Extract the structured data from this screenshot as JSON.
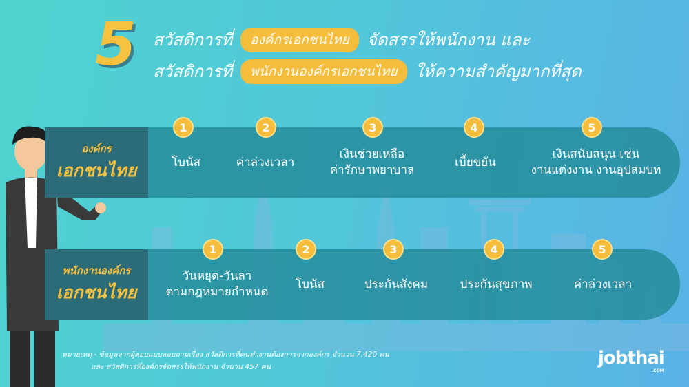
{
  "header": {
    "number": "5",
    "line1_prefix": "สวัสดิการที่",
    "line1_pill": "องค์กรเอกชนไทย",
    "line1_suffix": "จัดสรรให้พนักงาน และ",
    "line2_prefix": "สวัสดิการที่",
    "line2_pill": "พนักงานองค์กรเอกชนไทย",
    "line2_suffix": "ให้ความสำคัญมากที่สุด"
  },
  "rows": [
    {
      "label1": "องค์กร",
      "label2": "เอกชนไทย",
      "items": [
        {
          "n": "1",
          "text": "โบนัส"
        },
        {
          "n": "2",
          "text": "ค่าล่วงเวลา"
        },
        {
          "n": "3",
          "text": "เงินช่วยเหลือ\nค่ารักษาพยาบาล"
        },
        {
          "n": "4",
          "text": "เบี้ยขยัน"
        },
        {
          "n": "5",
          "text": "เงินสนับสนุน เช่น\nงานแต่งงาน งานอุปสมบท"
        }
      ]
    },
    {
      "label1": "พนักงานองค์กร",
      "label2": "เอกชนไทย",
      "items": [
        {
          "n": "1",
          "text": "วันหยุด-วันลา\nตามกฎหมายกำหนด"
        },
        {
          "n": "2",
          "text": "โบนัส"
        },
        {
          "n": "3",
          "text": "ประกันสังคม"
        },
        {
          "n": "4",
          "text": "ประกันสุขภาพ"
        },
        {
          "n": "5",
          "text": "ค่าล่วงเวลา"
        }
      ]
    }
  ],
  "footnote": {
    "line1": "หมายเหตุ - ข้อมูลจากผู้ตอบแบบสอบถามเรื่อง สวัสดิการที่คนทำงานต้องการจากองค์กร จำนวน 7,420 คน",
    "line2": "และ สวัสดิการที่องค์กรจัดสรรให้พนักงาน จำนวน 457 คน"
  },
  "logo": {
    "name": "jobthai",
    "suffix": ".COM"
  },
  "colors": {
    "accent": "#f6bd3c",
    "band": "#268c9b",
    "label_block": "#2b6c78"
  }
}
